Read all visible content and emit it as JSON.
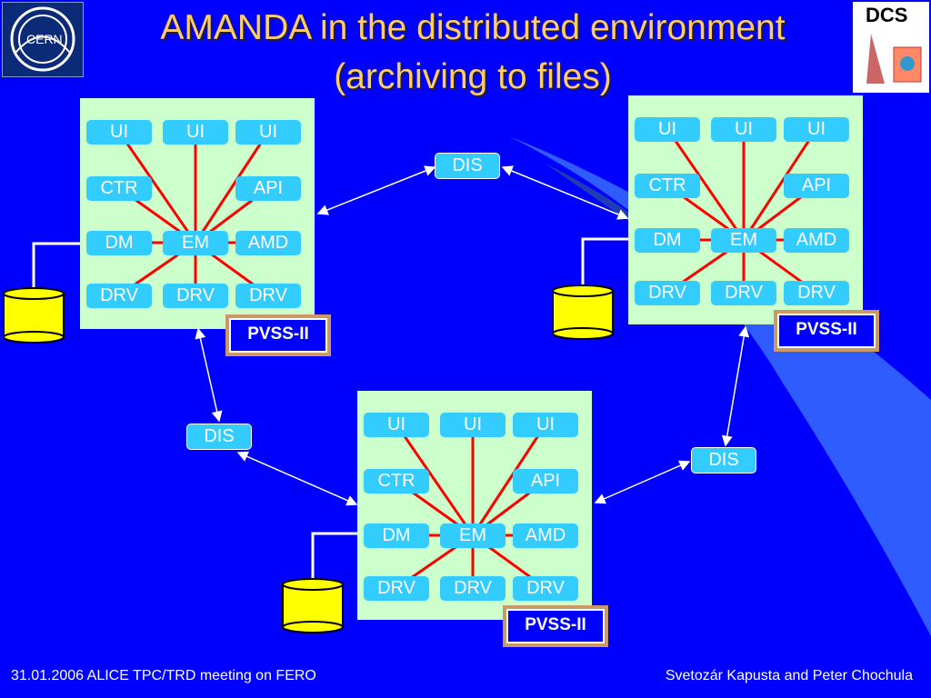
{
  "title": {
    "line1": "AMANDA in the distributed environment",
    "line2": "(archiving to files)"
  },
  "logos": {
    "cern_text": "CERN",
    "dcs_text": "DCS"
  },
  "systems": [
    {
      "nodes": {
        "ui1": "UI",
        "ui2": "UI",
        "ui3": "UI",
        "ctr": "CTR",
        "api": "API",
        "dm": "DM",
        "em": "EM",
        "amd": "AMD",
        "drv1": "DRV",
        "drv2": "DRV",
        "drv3": "DRV"
      },
      "label": "PVSS-II"
    },
    {
      "nodes": {
        "ui1": "UI",
        "ui2": "UI",
        "ui3": "UI",
        "ctr": "CTR",
        "api": "API",
        "dm": "DM",
        "em": "EM",
        "amd": "AMD",
        "drv1": "DRV",
        "drv2": "DRV",
        "drv3": "DRV"
      },
      "label": "PVSS-II"
    },
    {
      "nodes": {
        "ui1": "UI",
        "ui2": "UI",
        "ui3": "UI",
        "ctr": "CTR",
        "api": "API",
        "dm": "DM",
        "em": "EM",
        "amd": "AMD",
        "drv1": "DRV",
        "drv2": "DRV",
        "drv3": "DRV"
      },
      "label": "PVSS-II"
    }
  ],
  "dis": {
    "top": "DIS",
    "left": "DIS",
    "right": "DIS"
  },
  "footer": {
    "left": "31.01.2006 ALICE TPC/TRD meeting on FERO",
    "right": "Svetozár Kapusta and Peter Chochula"
  },
  "colors": {
    "background": "#0000ff",
    "title": "#ffcc66",
    "panel": "#ccffcc",
    "node": "#33ccff",
    "spoke": "#ff0000",
    "database": "#ffff00",
    "pvss_frame": "#cc9966"
  }
}
